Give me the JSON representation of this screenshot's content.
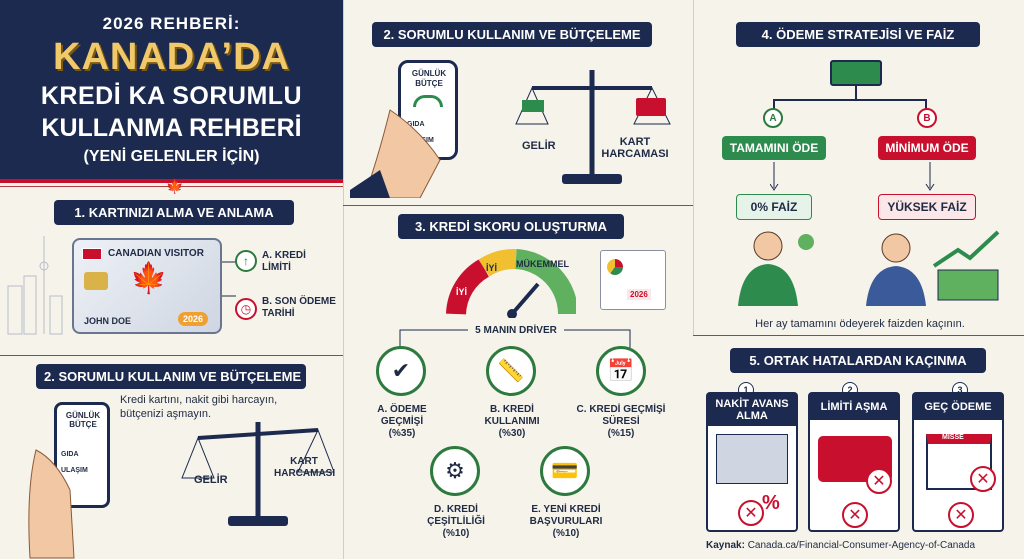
{
  "title": {
    "year_line": "2026 REHBERİ:",
    "main_line": "KANADA’DA",
    "line2": "KREDİ KA SORUMLU",
    "line3": "KULLANMA REHBERİ",
    "subtitle": "(YENİ GELENLER İÇİN)"
  },
  "section1": {
    "title": "1. KARTINIZI ALMA VE ANLAMA",
    "card_brand": "CANADIAN VISITOR",
    "card_holder": "JOHN DOE",
    "card_year": "2026",
    "label_a": "A. KREDİ LİMİTİ",
    "label_b": "B. SON ÖDEME TARİHİ"
  },
  "section2_left": {
    "title": "2. SORUMLU KULLANIM VE BÜTÇELEME",
    "text": "Kredi kartını, nakit gibi harcayın, bütçenizi aşmayın.",
    "phone_title": "GÜNLÜK BÜTÇE",
    "phone_item1": "GIDA",
    "phone_item2": "ULAŞIM",
    "scale_left": "GELİR",
    "scale_right": "KART HARCAMASI"
  },
  "section2_top": {
    "title": "2. SORUMLU KULLANIM VE BÜTÇELEME",
    "phone_title": "GÜNLÜK BÜTÇE",
    "phone_item1": "GIDA",
    "phone_item2": "ULAŞIM",
    "scale_left": "GELİR",
    "scale_right": "KART HARCAMASI"
  },
  "section3": {
    "title": "3. KREDİ SKORU OLUŞTURMA",
    "gauge_low": "İYİ",
    "gauge_mid": "İYİ",
    "gauge_high": "MÜKEMMEL",
    "doc_year": "2026",
    "drivers_title": "5 MANIN DRİVER",
    "drivers": [
      {
        "label": "A. ÖDEME GEÇMİŞİ",
        "pct": "(%35)"
      },
      {
        "label": "B. KREDİ KULLANIMI",
        "pct": "(%30)"
      },
      {
        "label": "C. KREDİ GEÇMİŞİ SÜRESİ",
        "pct": "(%15)"
      },
      {
        "label": "D. KREDİ ÇEŞİTLİLİĞİ",
        "pct": "(%10)"
      },
      {
        "label": "E. YENİ KREDİ BAŞVURULARI",
        "pct": "(%10)"
      }
    ]
  },
  "section4": {
    "title": "4. ÖDEME STRATEJİSİ VE FAİZ",
    "option_a_letter": "A",
    "option_b_letter": "B",
    "option_a": "TAMAMINI ÖDE",
    "option_b": "MİNİMUM ÖDE",
    "result_a": "0% FAİZ",
    "result_b": "YÜKSEK FAİZ",
    "note": "Her ay tamamını ödeyerek faizden kaçının."
  },
  "section5": {
    "title": "5. ORTAK HATALARDAN KAÇINMA",
    "mistakes": [
      {
        "num": "1",
        "label": "NAKİT AVANS ALMA"
      },
      {
        "num": "2",
        "label": "LİMİTİ AŞMA"
      },
      {
        "num": "3",
        "label": "GEÇ ÖDEME"
      }
    ],
    "calendar_text": "MISSE",
    "percent_sign": "%"
  },
  "source": {
    "label": "Kaynak:",
    "value": "Canada.ca/Financial-Consumer-Agency-of-Canada"
  },
  "colors": {
    "navy": "#1c2a4f",
    "red": "#c8102e",
    "green": "#2e8b4e",
    "gold": "#f2c96a",
    "background": "#f6f3ea"
  }
}
